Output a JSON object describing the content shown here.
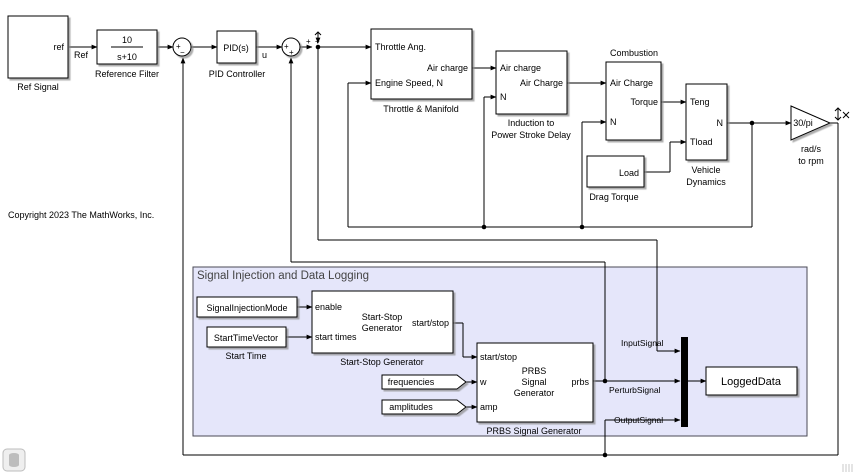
{
  "copyright": "Copyright 2023 The MathWorks, Inc.",
  "subsystem_title": "Signal Injection and Data Logging",
  "blocks": {
    "ref_signal": {
      "port": "ref",
      "label": "Ref Signal"
    },
    "ref_filter": {
      "num": "10",
      "den": "s+10",
      "label": "Reference Filter"
    },
    "pid": {
      "text": "PID(s)",
      "label": "PID Controller"
    },
    "throttle": {
      "in1": "Throttle Ang.",
      "in2": "Engine Speed, N",
      "out": "Air charge",
      "label": "Throttle & Manifold"
    },
    "induction": {
      "in1": "Air charge",
      "in2": "N",
      "out": "Air Charge",
      "label1": "Induction to",
      "label2": "Power Stroke Delay"
    },
    "combustion": {
      "title": "Combustion",
      "in1": "Air Charge",
      "in2": "N",
      "out": "Torque"
    },
    "vehicle": {
      "in1": "Teng",
      "in2": "Tload",
      "out": "N",
      "label1": "Vehicle",
      "label2": "Dynamics"
    },
    "load": {
      "text": "Load",
      "label": "Drag Torque"
    },
    "gain": {
      "text": "30/pi",
      "label1": "rad/s",
      "label2": "to rpm"
    },
    "sim": {
      "text": "SignalInjectionMode"
    },
    "stv": {
      "text": "StartTimeVector",
      "label": "Start Time"
    },
    "ssg": {
      "in1": "enable",
      "in2": "start times",
      "out": "start/stop",
      "c1": "Start-Stop",
      "c2": "Generator",
      "label": "Start-Stop Generator"
    },
    "prbs": {
      "in1": "start/stop",
      "in2": "w",
      "in3": "amp",
      "out": "prbs",
      "c1": "PRBS",
      "c2": "Signal",
      "c3": "Generator",
      "label": "PRBS Signal Generator"
    },
    "freq": {
      "text": "frequencies"
    },
    "amps": {
      "text": "amplitudes"
    },
    "logged": {
      "text": "LoggedData"
    }
  },
  "signals": {
    "ref": "Ref",
    "u": "u",
    "input_signal": "InputSignal",
    "perturb_signal": "PerturbSignal",
    "output_signal": "OutputSignal"
  },
  "sum_signs": {
    "s1_top": "+",
    "s1_bottom": "−",
    "s2_left": "+",
    "s2_bottom": "+",
    "s3_left": "+",
    "s3_bottom": "+"
  }
}
